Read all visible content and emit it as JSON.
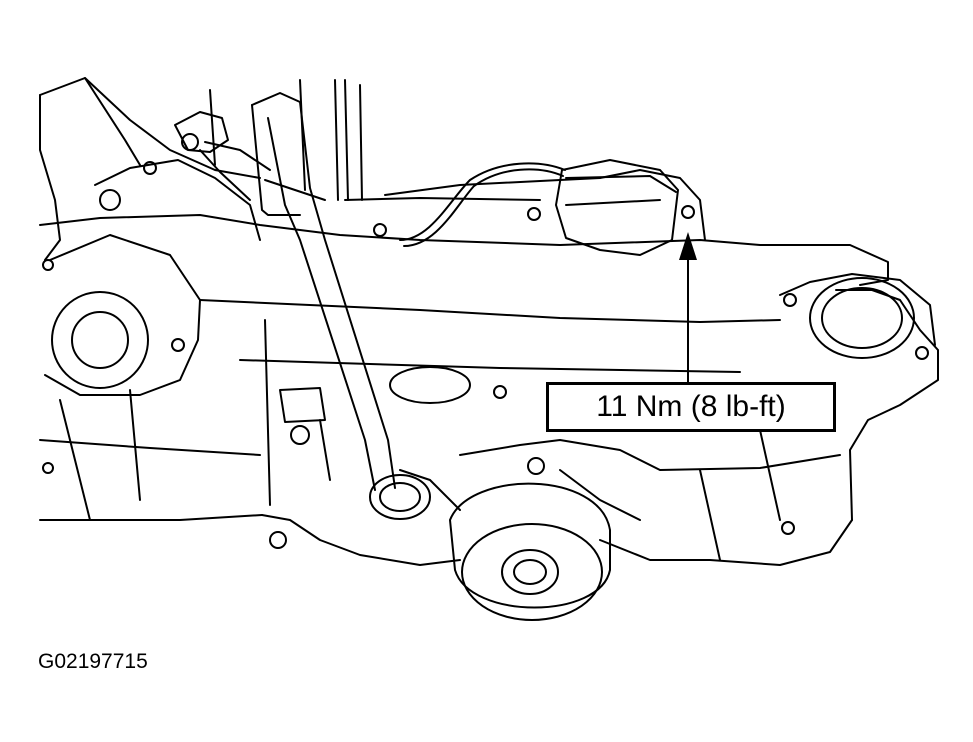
{
  "illustration": {
    "subject": "transmission-oil-pan-and-dipstick-tube",
    "line_color": "#000000",
    "background": "#ffffff"
  },
  "callout": {
    "torque_label": "11 Nm (8 lb-ft)",
    "icon": "arrow-up-icon"
  },
  "figure": {
    "id": "G02197715"
  }
}
